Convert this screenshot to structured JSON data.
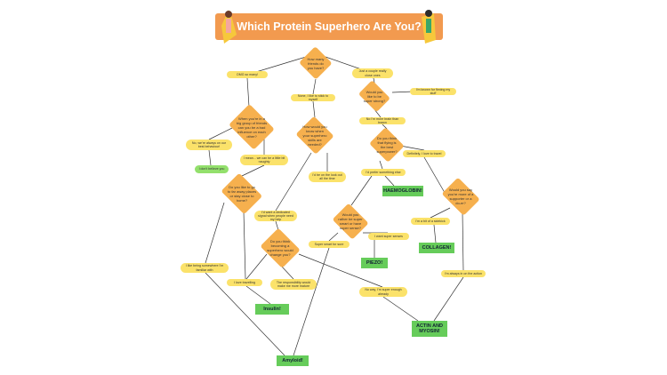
{
  "title": "Which Protein Superhero Are You?",
  "questions": {
    "q1": "How many friends do you have?",
    "q2": "When you're in a big group of friends can you be a bad influence on each other?",
    "q3": "How would you know when your superhero skills are needed?",
    "q4": "Would you like to be super strong?",
    "q5": "Do you think that flying is the best superpower?",
    "q6": "Do you like to go to far away places or stay close to home?",
    "q7": "Would you rather be super smart or have super sense?",
    "q8": "Would you say you're more of a supporter or a do-er?",
    "q9": "Do you think becoming a superhero would change you?"
  },
  "answers": {
    "a1": "OMG so many!",
    "a2": "Just a couple really close ones",
    "a3": "None, I like to stick to myself",
    "a4": "I'm known for flexing my stuff",
    "a5": "No, we're always on our best behaviour!",
    "a6": "I mean... we can be a little bit naughty",
    "a7": "I don't believe you",
    "a8": "No I'm more brain than brawn",
    "a9": "Definitely, I love to travel",
    "a10": "I'd prefer something else",
    "a11": "I'd be on the look out all the time",
    "a12": "I'd want a dedicated signal when people need my help",
    "a13": "I like being somewhere I'm familiar with",
    "a14": "I love travelling",
    "a15": "I'm a bit of a sidekick",
    "a16": "I'm always in on the action",
    "a17": "Super smart for sure",
    "a18": "I want super senses",
    "a19": "The responsibility would make me more mature",
    "a20": "No way, I'm super enough already"
  },
  "results": {
    "r1": "HAEMOGLOBIN!",
    "r2": "COLLAGEN!",
    "r3": "PIEZO!",
    "r4": "Insulin!",
    "r5": "ACTIN AND MYOSIN!",
    "r6": "Amyloid!"
  },
  "colors": {
    "title": "#f29a4f",
    "question": "#f6b04e",
    "answer": "#fbe26a",
    "result": "#66cc5a",
    "line": "#333333"
  }
}
